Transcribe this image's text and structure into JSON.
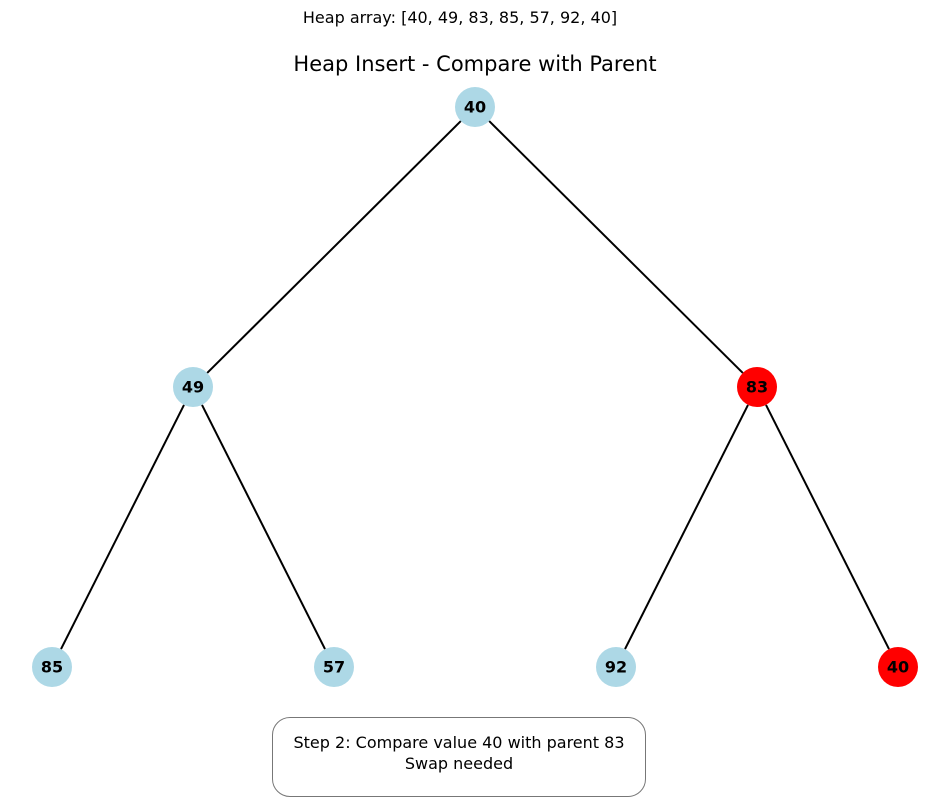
{
  "header": {
    "heap_array_text": "Heap array: [40, 49, 83, 85, 57, 92, 40]"
  },
  "diagram": {
    "title": "Heap Insert - Compare with Parent",
    "heap_array": [
      40,
      49,
      83,
      85,
      57,
      92,
      40
    ],
    "nodes": [
      {
        "index": 0,
        "label": "40",
        "highlighted": false
      },
      {
        "index": 1,
        "label": "49",
        "highlighted": false
      },
      {
        "index": 2,
        "label": "83",
        "highlighted": true
      },
      {
        "index": 3,
        "label": "85",
        "highlighted": false
      },
      {
        "index": 4,
        "label": "57",
        "highlighted": false
      },
      {
        "index": 5,
        "label": "92",
        "highlighted": false
      },
      {
        "index": 6,
        "label": "40",
        "highlighted": true
      }
    ],
    "edges": [
      {
        "from": 0,
        "to": 1
      },
      {
        "from": 0,
        "to": 2
      },
      {
        "from": 1,
        "to": 3
      },
      {
        "from": 1,
        "to": 4
      },
      {
        "from": 2,
        "to": 5
      },
      {
        "from": 2,
        "to": 6
      }
    ],
    "colors": {
      "default_node": "#add8e6",
      "highlight_node": "#ff0000",
      "edge": "#000000"
    }
  },
  "step_box": {
    "line1": "Step 2: Compare value 40 with parent 83",
    "line2": "Swap needed"
  }
}
